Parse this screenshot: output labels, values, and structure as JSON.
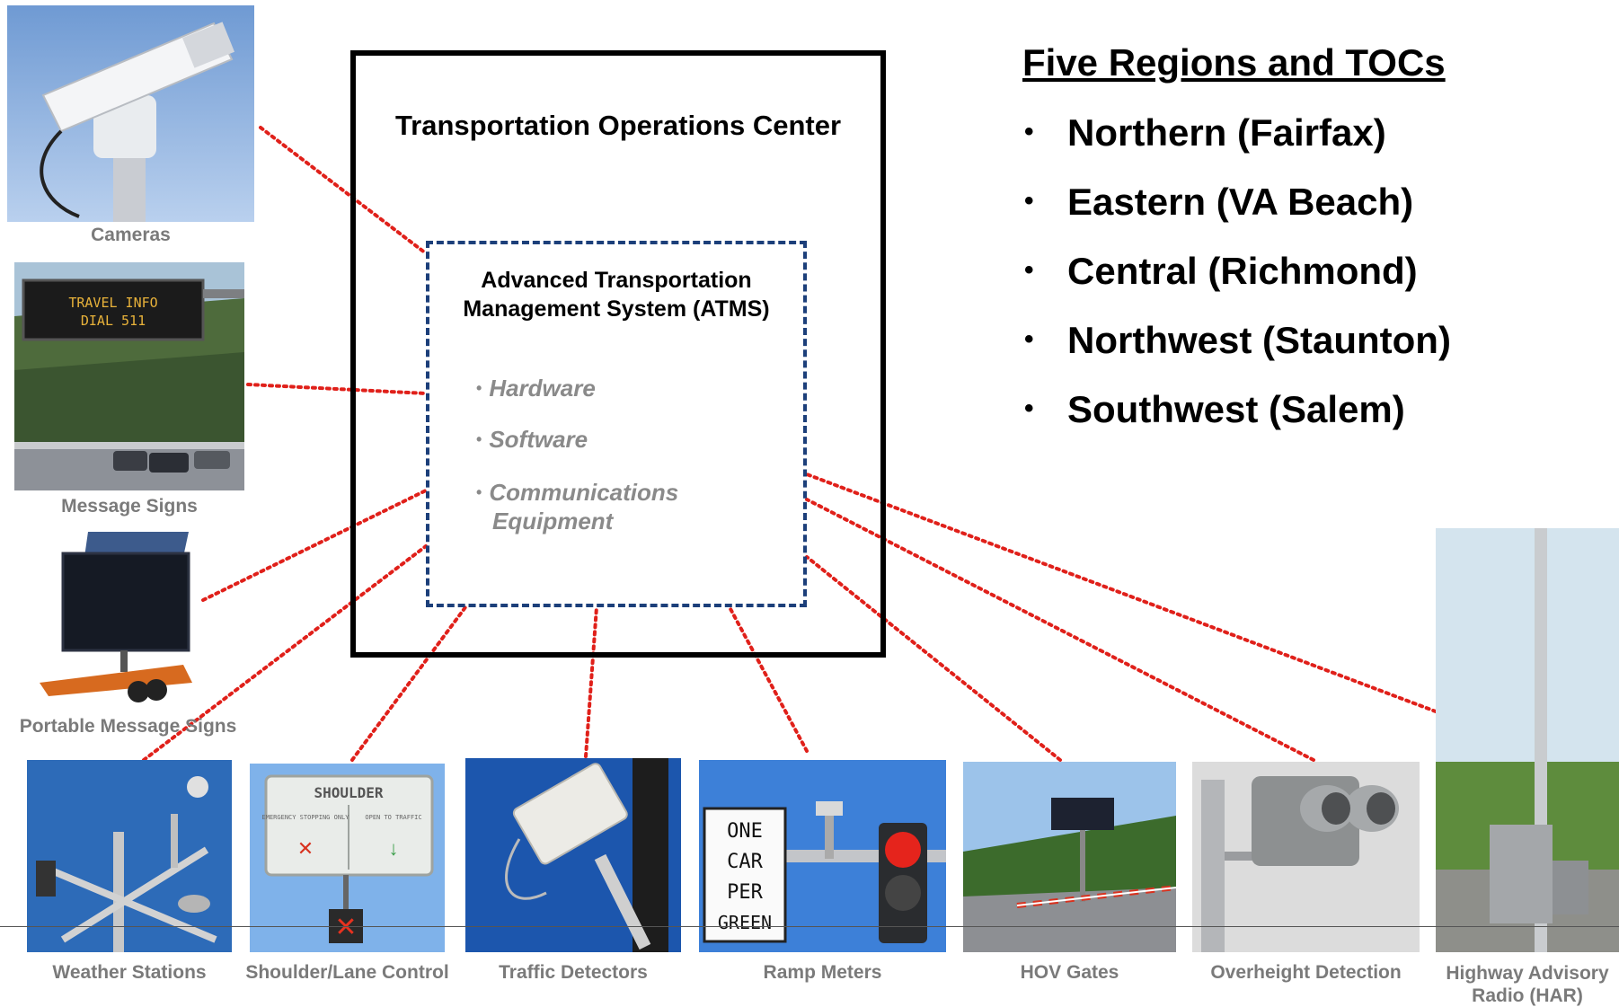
{
  "toc": {
    "title": "Transportation Operations Center"
  },
  "atms": {
    "title_line1": "Advanced Transportation",
    "title_line2": "Management System (ATMS)",
    "items": [
      "Hardware",
      "Software",
      "Communications",
      "Equipment"
    ]
  },
  "regions": {
    "heading": "Five Regions and TOCs",
    "items": [
      "Northern (Fairfax)",
      "Eastern (VA Beach)",
      "Central (Richmond)",
      "Northwest (Staunton)",
      "Southwest (Salem)"
    ]
  },
  "devices": {
    "cameras": "Cameras",
    "message_signs": "Message Signs",
    "portable_message_signs": "Portable Message Signs",
    "weather_stations": "Weather Stations",
    "shoulder_lane_control": "Shoulder/Lane Control",
    "traffic_detectors": "Traffic Detectors",
    "ramp_meters": "Ramp Meters",
    "hov_gates": "HOV Gates",
    "overheight_detection": "Overheight Detection",
    "har_line1": "Highway Advisory",
    "har_line2": "Radio (HAR)"
  },
  "sign_text": {
    "vms_line1": "TRAVEL INFO",
    "vms_line2": "DIAL 511",
    "shoulder_header": "SHOULDER",
    "shoulder_left": "EMERGENCY STOPPING ONLY",
    "shoulder_right": "OPEN TO TRAFFIC",
    "ramp_sign": [
      "ONE",
      "CAR",
      "PER",
      "GREEN"
    ]
  },
  "colors": {
    "connector": "#e0201a",
    "atms_border": "#1c3f7a",
    "caption": "#7a7a7a",
    "item": "#8a8a8a"
  }
}
